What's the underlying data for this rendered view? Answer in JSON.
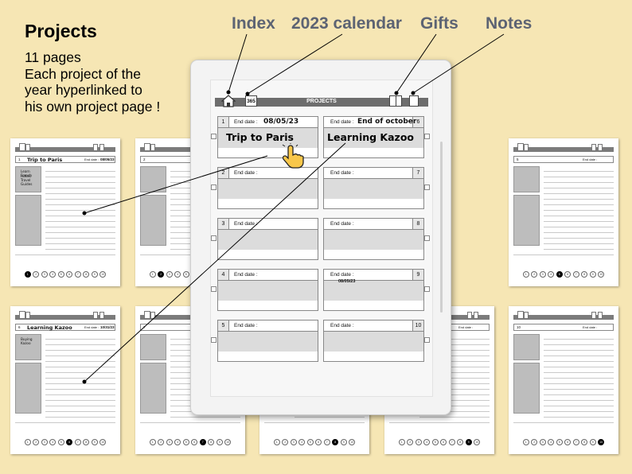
{
  "headline": {
    "title": "Projects",
    "lines": [
      "11 pages",
      "Each project of the",
      "year hyperlinked to",
      "his own project page !"
    ]
  },
  "callouts": {
    "index": "Index",
    "calendar": "2023 calendar",
    "gifts": "Gifts",
    "notes": "Notes"
  },
  "tablet": {
    "header_title": "PROJECTS",
    "calendar_icon_text": "365",
    "end_label": "End date :",
    "center_date": "08/05/23",
    "cards": [
      {
        "num": "1",
        "date": "08/05/23",
        "name": "Trip to Paris"
      },
      {
        "num": "6",
        "date": "End of october",
        "name": "Learning Kazoo"
      },
      {
        "num": "2",
        "date": "",
        "name": ""
      },
      {
        "num": "7",
        "date": "",
        "name": ""
      },
      {
        "num": "3",
        "date": "",
        "name": ""
      },
      {
        "num": "8",
        "date": "",
        "name": ""
      },
      {
        "num": "4",
        "date": "",
        "name": ""
      },
      {
        "num": "9",
        "date": "",
        "name": ""
      },
      {
        "num": "5",
        "date": "",
        "name": ""
      },
      {
        "num": "10",
        "date": "",
        "name": ""
      }
    ]
  },
  "thumbs": {
    "header_title": "PROJECTS",
    "end_label": "End date :",
    "pager": [
      "1",
      "2",
      "3",
      "4",
      "5",
      "6",
      "7",
      "8",
      "9",
      "10"
    ],
    "pages": [
      {
        "num": "1",
        "name": "Trip to Paris",
        "date": "08/05/23",
        "items": [
          "Learn French",
          "Hotels",
          "Travel Guides"
        ],
        "active": "1"
      },
      {
        "num": "2",
        "name": "",
        "date": "",
        "items": [],
        "active": "2"
      },
      {
        "num": "5",
        "name": "",
        "date": "",
        "items": [],
        "active": "5"
      },
      {
        "num": "6",
        "name": "Learning Kazoo",
        "date": "10/31/23",
        "items": [
          "Buying Kazoo"
        ],
        "active": "6"
      },
      {
        "num": "7",
        "name": "",
        "date": "",
        "items": [],
        "active": "7"
      },
      {
        "num": "8",
        "name": "",
        "date": "",
        "items": [],
        "active": "8"
      },
      {
        "num": "9",
        "name": "",
        "date": "",
        "items": [],
        "active": "9"
      },
      {
        "num": "10",
        "name": "",
        "date": "",
        "items": [],
        "active": "10"
      }
    ]
  }
}
